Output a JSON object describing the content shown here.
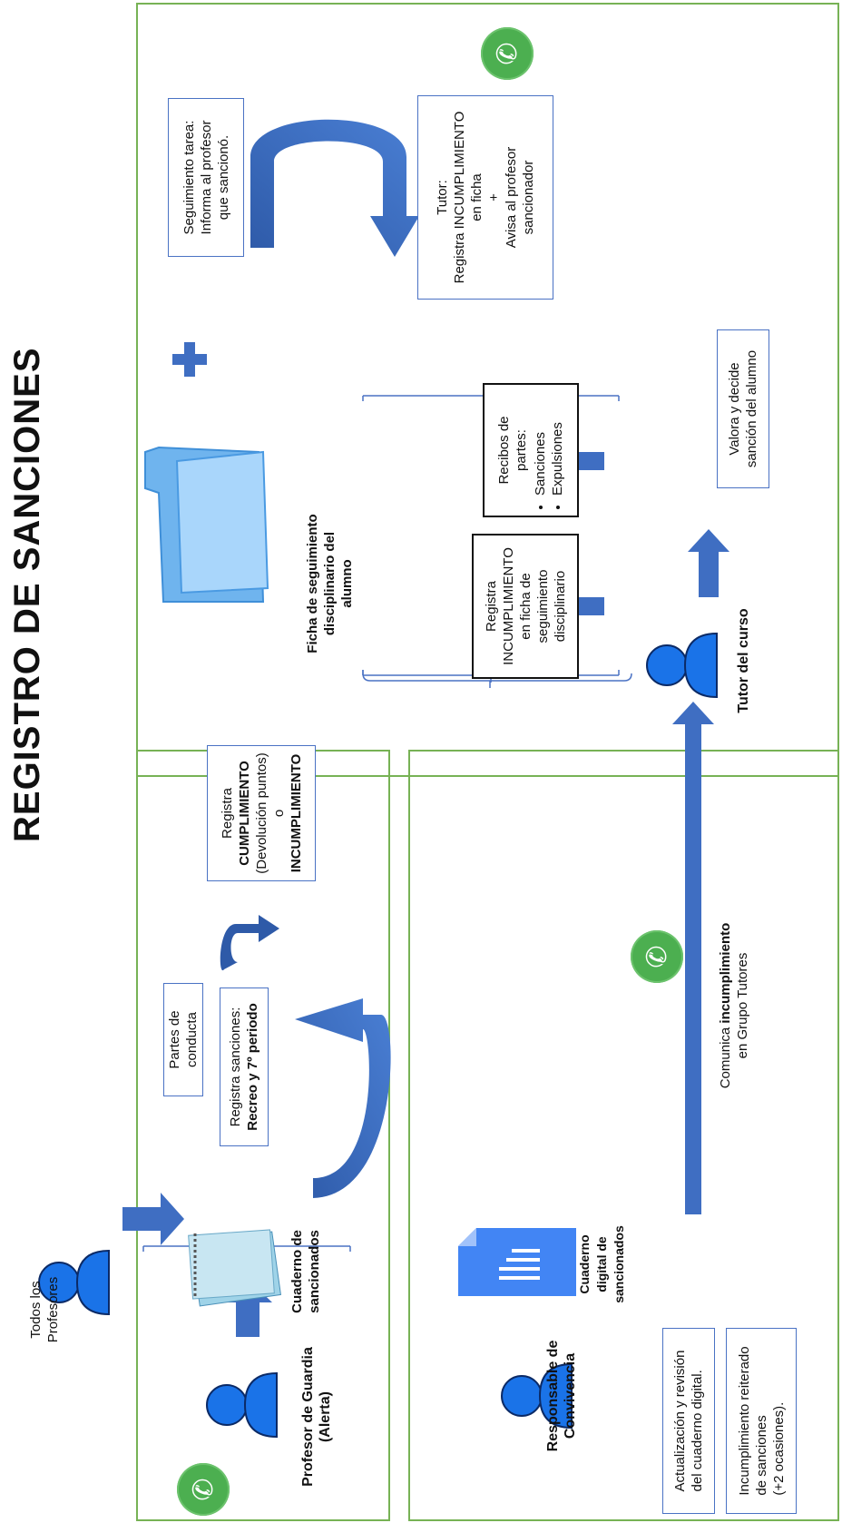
{
  "title": "REGISTRO DE SANCIONES",
  "actors": {
    "todos": "Todos los\nProfesores",
    "guardia": "Profesor de Guardia\n(Alerta)",
    "responsable": "Responsable de\nConvivencia",
    "tutor": "Tutor del curso"
  },
  "guardia_panel": {
    "partes": "Partes de conducta",
    "registra_line1": "Registra sanciones:",
    "registra_line2": "Recreo y 7º periodo",
    "cuaderno": "Cuaderno de\nsancionados",
    "registra_cumplimiento": {
      "l1": "Registra",
      "l2": "CUMPLIMIENTO",
      "l3": "(Devolución puntos)",
      "l4": "o",
      "l5": "INCUMPLIMIENTO"
    }
  },
  "responsable_panel": {
    "cuaderno_digital": "Cuaderno\ndigital de\nsancionados",
    "actualizacion": "Actualización y revisión\ndel cuaderno digital.",
    "incumplimiento_reiterado": "Incumplimiento reiterado\nde sanciones\n(+2 ocasiones).",
    "comunica_pre": "Comunica ",
    "comunica_bold": "incumplimiento",
    "comunica_post": "en Grupo Tutores"
  },
  "tutor_panel": {
    "ficha": "Ficha de seguimiento\ndisciplinario del\nalumno",
    "registra_incumplimiento": "Registra\nINCUMPLIMIENTO\nen ficha de\nseguimiento\ndisciplinario",
    "recibos_title": "Recibos de\npartes:",
    "recibos_items": [
      "Sanciones",
      "Expulsiones"
    ],
    "valora": "Valora y decide\nsanción del alumno",
    "plus": "+",
    "seguimiento": "Seguimiento tarea:\nInforma al profesor\nque sancionó.",
    "tutor_box": {
      "l1": "Tutor:",
      "l2": "Registra INCUMPLIMIENTO",
      "l3": "en ficha",
      "l4": "+",
      "l5": "Avisa al profesor",
      "l6": "sancionador"
    }
  },
  "colors": {
    "panel_border": "#77b255",
    "arrow": "#3f6ec2",
    "person": "#1a73e8",
    "whatsapp": "#4caf50"
  },
  "icons": [
    "person-icon",
    "whatsapp-icon",
    "notebook-icon",
    "google-docs-icon",
    "folder-icon",
    "plus-icon"
  ]
}
